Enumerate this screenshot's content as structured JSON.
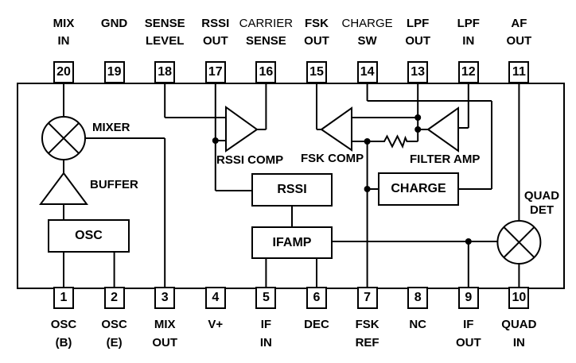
{
  "diagram": {
    "background": "#ffffff",
    "line_color": "#000000"
  },
  "pins_top": [
    {
      "number": "20",
      "line1": "MIX",
      "line2": "IN"
    },
    {
      "number": "19",
      "line1": "",
      "line2": "GND"
    },
    {
      "number": "18",
      "line1": "SENSE",
      "line2": "LEVEL"
    },
    {
      "number": "17",
      "line1": "RSSI",
      "line2": "OUT"
    },
    {
      "number": "16",
      "line1": "CARRIER",
      "line2": "SENSE"
    },
    {
      "number": "15",
      "line1": "FSK",
      "line2": "OUT"
    },
    {
      "number": "14",
      "line1": "CHARGE",
      "line2": "SW"
    },
    {
      "number": "13",
      "line1": "LPF",
      "line2": "OUT"
    },
    {
      "number": "12",
      "line1": "LPF",
      "line2": "IN"
    },
    {
      "number": "11",
      "line1": "AF",
      "line2": "OUT"
    }
  ],
  "pins_bottom": [
    {
      "number": "1",
      "line1": "OSC",
      "line2": "(B)"
    },
    {
      "number": "2",
      "line1": "OSC",
      "line2": "(E)"
    },
    {
      "number": "3",
      "line1": "MIX",
      "line2": "OUT"
    },
    {
      "number": "4",
      "line1": "V+",
      "line2": ""
    },
    {
      "number": "5",
      "line1": "IF",
      "line2": "IN"
    },
    {
      "number": "6",
      "line1": "DEC",
      "line2": ""
    },
    {
      "number": "7",
      "line1": "FSK",
      "line2": "REF"
    },
    {
      "number": "8",
      "line1": "NC",
      "line2": ""
    },
    {
      "number": "9",
      "line1": "IF",
      "line2": "OUT"
    },
    {
      "number": "10",
      "line1": "QUAD",
      "line2": "IN"
    }
  ],
  "blocks": {
    "mixer": "MIXER",
    "buffer": "BUFFER",
    "osc": "OSC",
    "rssi": "RSSI",
    "ifamp": "IFAMP",
    "charge": "CHARGE",
    "rssi_comp": "RSSI COMP",
    "fsk_comp": "FSK COMP",
    "filter_amp": "FILTER AMP",
    "quad_det_line1": "QUAD",
    "quad_det_line2": "DET"
  }
}
